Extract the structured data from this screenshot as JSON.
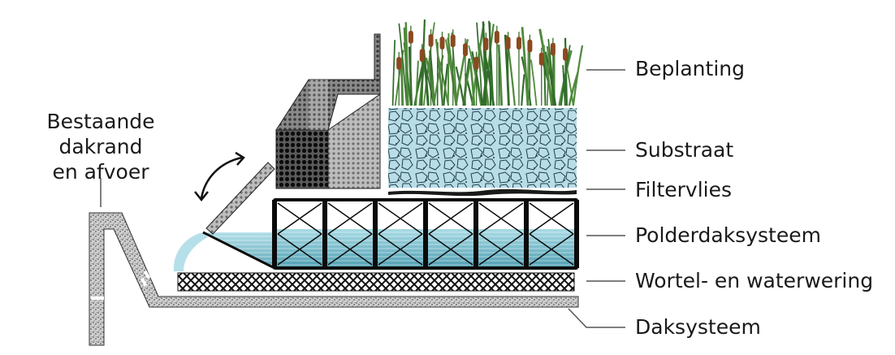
{
  "left_callout": {
    "line1": "Bestaande dakrand",
    "line2": "en afvoer"
  },
  "layers": [
    {
      "id": "beplanting",
      "label": "Beplanting"
    },
    {
      "id": "substraat",
      "label": "Substraat"
    },
    {
      "id": "filtervlies",
      "label": "Filtervlies"
    },
    {
      "id": "polderdaksysteem",
      "label": "Polderdaksysteem"
    },
    {
      "id": "wortel",
      "label": "Wortel- en waterwering"
    },
    {
      "id": "daksysteem",
      "label": "Daksysteem"
    }
  ],
  "colors": {
    "water": "#8ec9d6",
    "water_dark": "#5aa8bb",
    "gravel": "#b9dde6",
    "grass": "#4f8a3c",
    "cattail": "#8a4a1f",
    "ink": "#1a1a1a"
  }
}
